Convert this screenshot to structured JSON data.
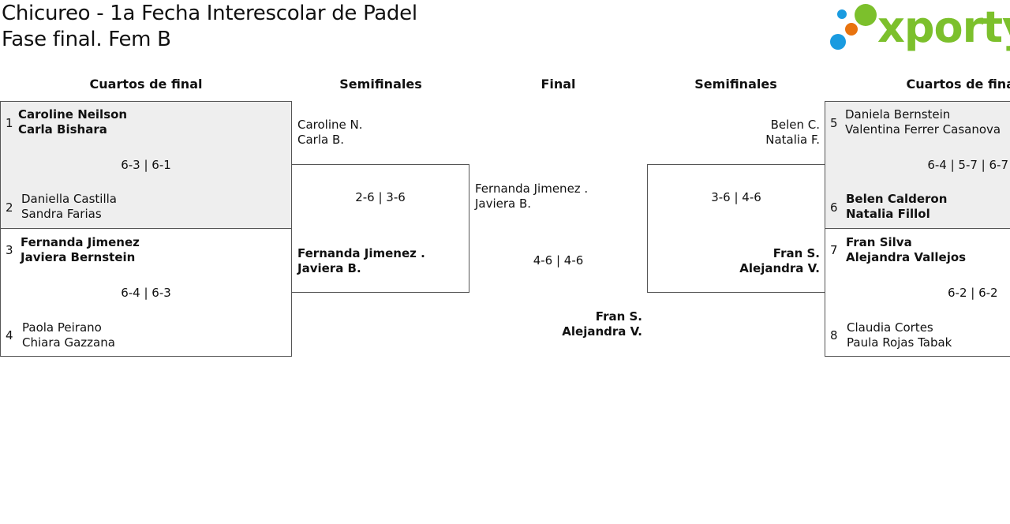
{
  "header": {
    "title_line1": "Chicureo - 1a Fecha Interescolar de Padel",
    "title_line2": "Fase final. Fem B"
  },
  "logo": {
    "text": "xporty"
  },
  "rounds": {
    "left_quarter": "Cuartos de final",
    "left_semi": "Semifinales",
    "final": "Final",
    "right_semi": "Semifinales",
    "right_quarter": "Cuartos de final"
  },
  "left_quarters": [
    {
      "seed_a": "1",
      "team_a": [
        "Caroline Neilson",
        "Carla Bishara"
      ],
      "score": "6-3 | 6-1",
      "seed_b": "2",
      "team_b": [
        "Daniella Castilla",
        "Sandra Farias"
      ]
    },
    {
      "seed_a": "3",
      "team_a": [
        "Fernanda Jimenez",
        "Javiera Bernstein"
      ],
      "score": "6-4 | 6-3",
      "seed_b": "4",
      "team_b": [
        "Paola Peirano",
        "Chiara Gazzana"
      ]
    }
  ],
  "right_quarters": [
    {
      "seed_a": "5",
      "team_a": [
        "Daniela Bernstein",
        "Valentina Ferrer Casanova"
      ],
      "score": "6-4 | 5-7 | 6-7",
      "seed_b": "6",
      "team_b": [
        "Belen Calderon",
        "Natalia Fillol"
      ]
    },
    {
      "seed_a": "7",
      "team_a": [
        "Fran Silva",
        "Alejandra Vallejos"
      ],
      "score": "6-2 | 6-2",
      "seed_b": "8",
      "team_b": [
        "Claudia Cortes",
        "Paula Rojas Tabak"
      ]
    }
  ],
  "left_semi": {
    "team_a": [
      "Caroline N.",
      "Carla B."
    ],
    "score": "2-6 | 3-6",
    "team_b": [
      "Fernanda Jimenez .",
      "Javiera B."
    ]
  },
  "right_semi": {
    "team_a": [
      "Belen C.",
      "Natalia F."
    ],
    "score": "3-6 | 4-6",
    "team_b": [
      "Fran S.",
      "Alejandra V."
    ]
  },
  "final": {
    "team_a": [
      "Fernanda Jimenez .",
      "Javiera B."
    ],
    "score": "4-6 | 4-6",
    "team_b": [
      "Fran S.",
      "Alejandra V."
    ]
  },
  "colors": {
    "logo_green": "#7cc02c",
    "logo_blue": "#1a9be0",
    "logo_orange": "#e8730e",
    "box_shade": "#eeeeee"
  }
}
